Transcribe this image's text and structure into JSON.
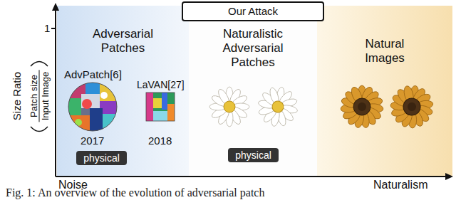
{
  "diagram": {
    "caption": "Fig. 1: An overview of the evolution of adversarial patch",
    "nodes": [
      {
        "text": [
          "Our Attack"
        ]
      },
      {
        "text": [
          "Adversarial Patches"
        ]
      },
      {
        "text": [
          "physical"
        ],
        "in": 1
      },
      {
        "text": [
          "Naturalistic Adversarial Patches"
        ]
      },
      {
        "text": [
          "physical"
        ],
        "in": 3
      },
      {
        "text": [
          "Natural Images"
        ]
      }
    ],
    "labels": [
      "1",
      "Size Ratio",
      "Patch size",
      "Input Image",
      "AdvPatch[6]",
      "2017",
      "LaVAN[27]",
      "2018",
      "Noise",
      "Naturalism"
    ]
  }
}
